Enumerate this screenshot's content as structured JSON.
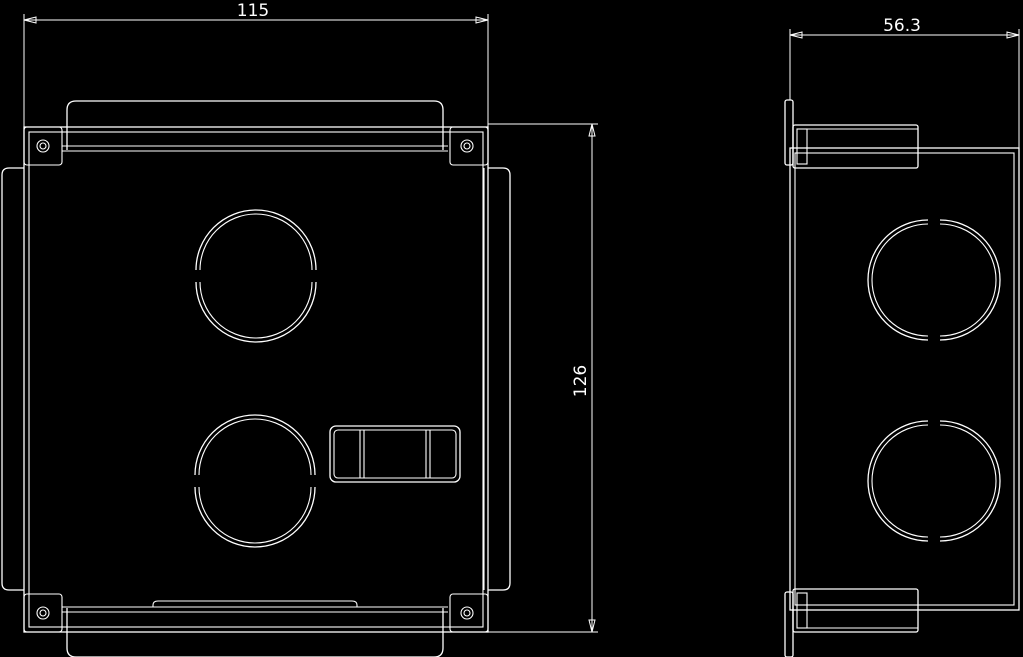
{
  "drawing": {
    "background": "#000000",
    "line_color": "#ffffff",
    "dimensions": {
      "front_width": "115",
      "front_height": "126",
      "side_depth": "56.3"
    }
  }
}
